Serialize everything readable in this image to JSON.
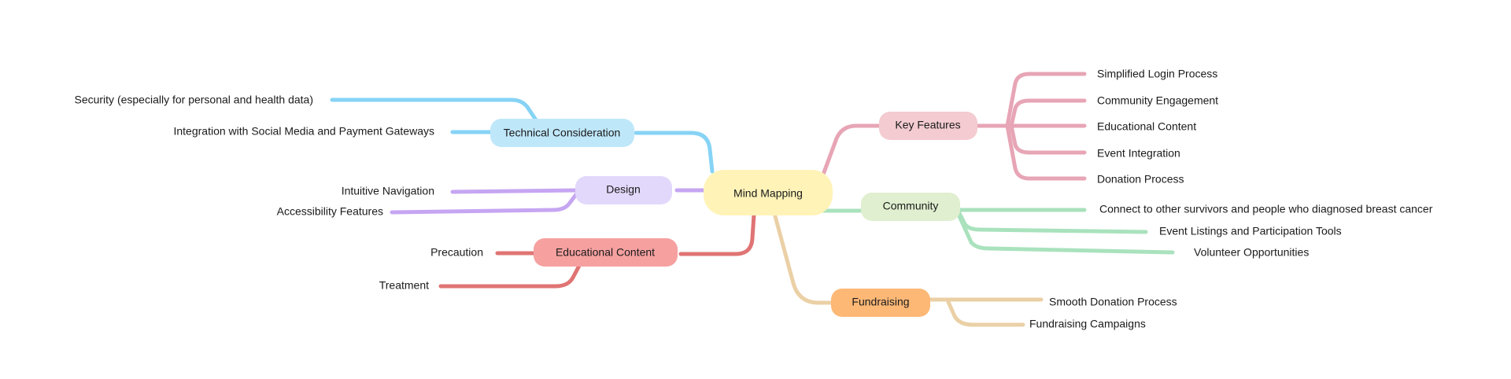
{
  "center": {
    "label": "Mind Mapping",
    "color": "#fff3b8"
  },
  "branches": [
    {
      "id": "technical",
      "label": "Technical Consideration",
      "fill": "#bfe7fa",
      "line": "#86d3f5",
      "leaves": [
        "Security (especially for personal and health data)",
        "Integration with Social Media and Payment Gateways"
      ]
    },
    {
      "id": "design",
      "label": "Design",
      "fill": "#e2d8fb",
      "line": "#c6a6f2",
      "leaves": [
        "Intuitive Navigation",
        "Accessibility Features"
      ]
    },
    {
      "id": "educational",
      "label": "Educational Content",
      "fill": "#f6a0a0",
      "line": "#e07474",
      "leaves": [
        "Precaution",
        "Treatment"
      ]
    },
    {
      "id": "key-features",
      "label": "Key Features",
      "fill": "#f3cbd1",
      "line": "#e7a5b5",
      "leaves": [
        "Simplified Login Process",
        "Community Engagement",
        "Educational Content",
        "Event Integration",
        "Donation Process"
      ]
    },
    {
      "id": "community",
      "label": "Community",
      "fill": "#e0efcf",
      "line": "#a9e2bd",
      "leaves": [
        "Connect to other survivors and people who diagnosed breast cancer",
        "Event Listings and Participation Tools",
        "Volunteer Opportunities"
      ]
    },
    {
      "id": "fundraising",
      "label": "Fundraising",
      "fill": "#fdb876",
      "line": "#ebd0a6",
      "leaves": [
        "Smooth Donation Process",
        "Fundraising Campaigns"
      ]
    }
  ]
}
